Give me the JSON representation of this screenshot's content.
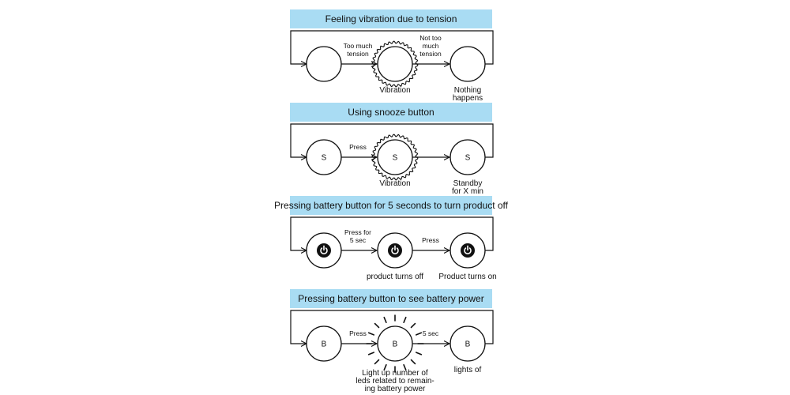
{
  "sections": [
    {
      "title": "Feeling vibration due to tension",
      "arrow1": [
        "Too much",
        "tension"
      ],
      "arrow2": [
        "Not too",
        "much",
        "tension"
      ],
      "state1": "",
      "state2": "",
      "state3": "",
      "caption2": [
        "Vibration"
      ],
      "caption3": [
        "Nothing",
        "happens"
      ]
    },
    {
      "title": "Using snooze button",
      "arrow1": [
        "Press"
      ],
      "arrow2": [],
      "state1": "S",
      "state2": "S",
      "state3": "S",
      "caption2": [
        "Vibration"
      ],
      "caption3": [
        "Standby",
        "for X min"
      ]
    },
    {
      "title": "Pressing battery button for 5 seconds to turn product off",
      "arrow1": [
        "Press for",
        "5 sec"
      ],
      "arrow2": [
        "Press"
      ],
      "state1": "power-icon",
      "state2": "power-icon",
      "state3": "power-icon",
      "caption2": [
        "product turns off"
      ],
      "caption3": [
        "Product turns on"
      ]
    },
    {
      "title": "Pressing battery button to see battery power",
      "arrow1": [
        "Press"
      ],
      "arrow2": [
        "5 sec"
      ],
      "state1": "B",
      "state2": "B",
      "state3": "B",
      "caption2": [
        "Light up number of",
        "leds related to remain-",
        "ing battery power"
      ],
      "caption3": [
        "lights of"
      ]
    }
  ]
}
